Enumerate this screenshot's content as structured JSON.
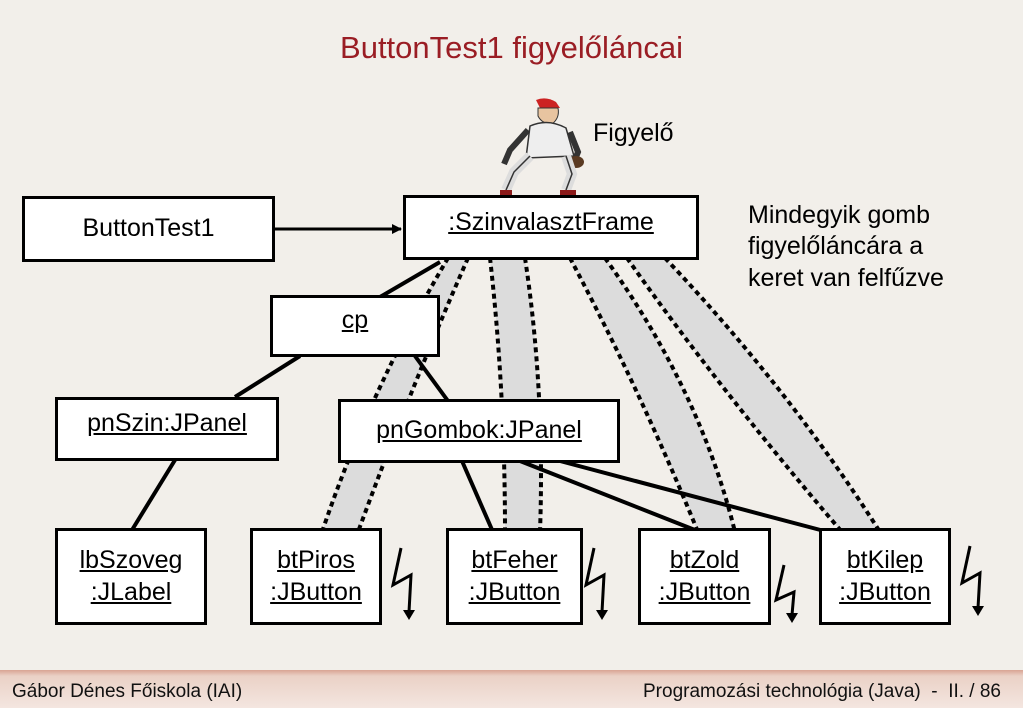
{
  "title": "ButtonTest1 figyelőláncai",
  "listener_label": "Figyelő",
  "note_lines": [
    "Mindegyik gomb",
    "figyelőláncára a",
    "keret van felfűzve"
  ],
  "nodes": {
    "buttontest1": [
      "ButtonTest1"
    ],
    "frame": [
      ":SzinvalasztFrame"
    ],
    "cp": [
      "cp"
    ],
    "pnszin": [
      "pnSzin:JPanel"
    ],
    "pngombok": [
      "pnGombok:JPanel"
    ],
    "lbszoveg": [
      "lbSzoveg",
      ":JLabel"
    ],
    "btpiros": [
      "btPiros",
      ":JButton"
    ],
    "btfeher": [
      "btFeher",
      ":JButton"
    ],
    "btzold": [
      "btZold",
      ":JButton"
    ],
    "btkilep": [
      "btKilep",
      ":JButton"
    ]
  },
  "footer": {
    "left": "Gábor Dénes Főiskola (IAI)",
    "right": "Programozási technológia (Java)  -  II. / 86"
  },
  "colors": {
    "title": "#9a1d24",
    "band": "#dcdcdc",
    "background": "#f2efea"
  },
  "icons": [
    "baseball-player-icon",
    "lightning-event-icon"
  ]
}
